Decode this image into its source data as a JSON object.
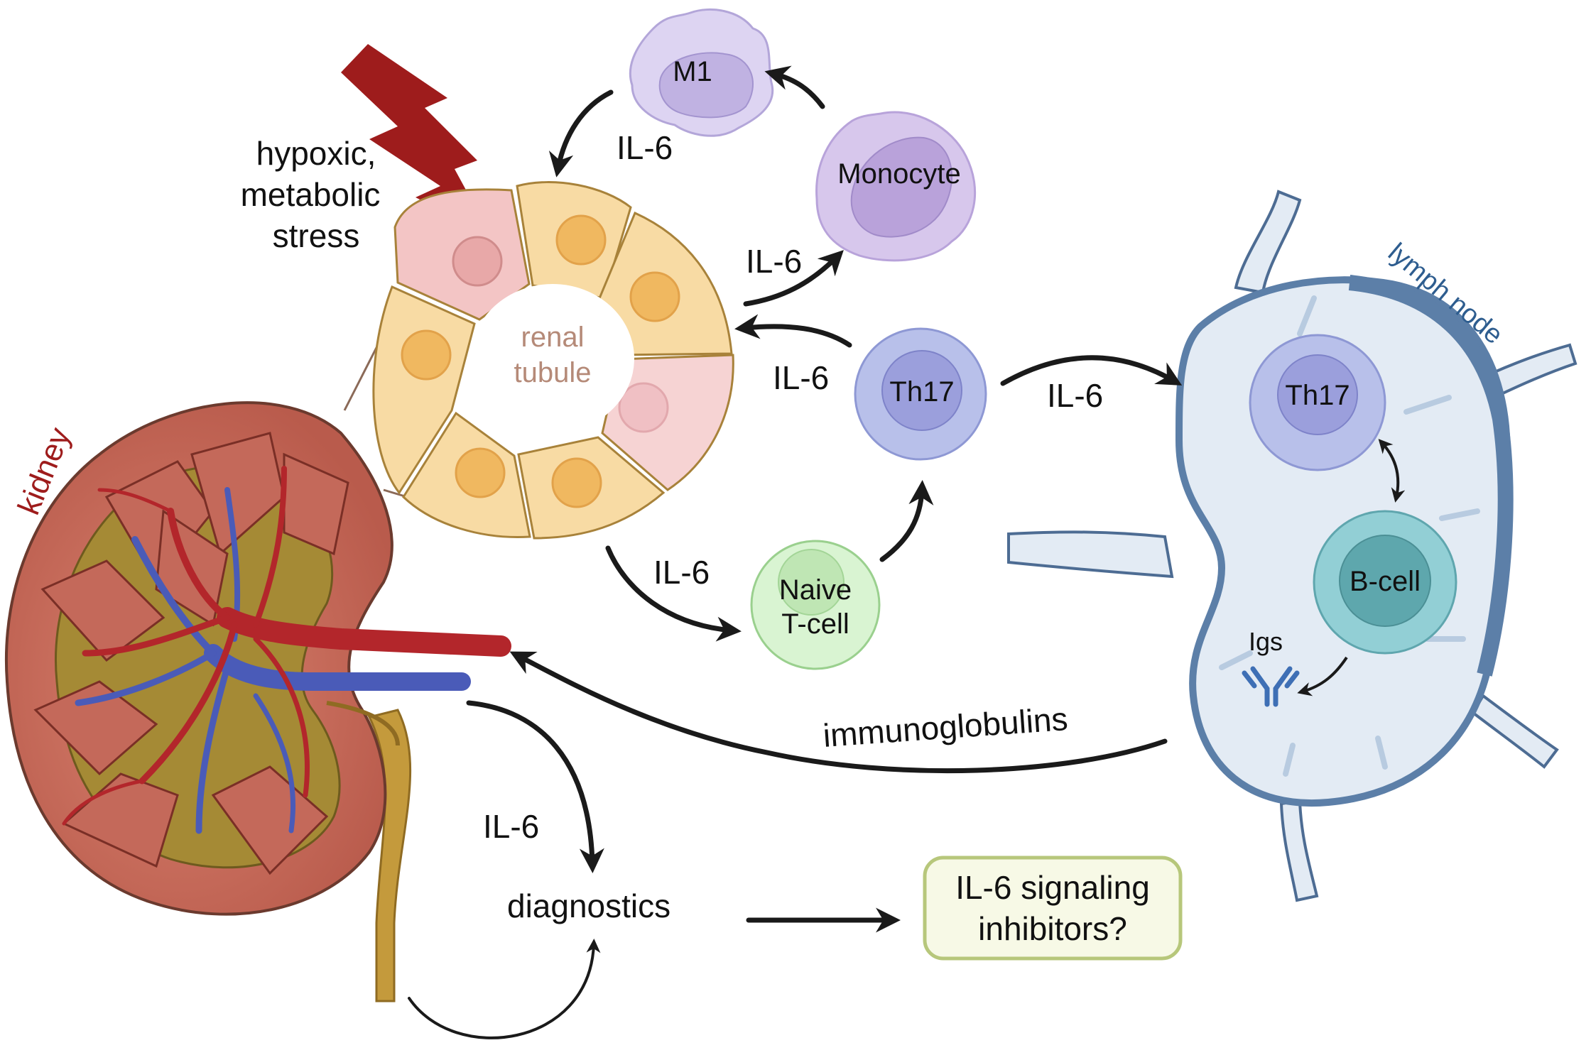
{
  "labels": {
    "stress_line1": "hypoxic,",
    "stress_line2": "metabolic",
    "stress_line3": "stress",
    "tubule_line1": "renal",
    "tubule_line2": "tubule",
    "kidney": "kidney",
    "lymph_node": "lymph node",
    "immunoglobulins": "immunoglobulins",
    "diagnostics": "diagnostics",
    "igs": "Igs"
  },
  "cells": {
    "m1": "M1",
    "monocyte": "Monocyte",
    "th17_left": "Th17",
    "naive_line1": "Naive",
    "naive_line2": "T-cell",
    "th17_right": "Th17",
    "bcell": "B-cell"
  },
  "cytokine_labels": {
    "m1_to_tubule": "IL-6",
    "tubule_to_monocyte": "IL-6",
    "th17_to_tubule": "IL-6",
    "th17_to_lymph": "IL-6",
    "tubule_to_naive": "IL-6",
    "kidney_to_diagnostics": "IL-6"
  },
  "callout": {
    "line1": "IL-6 signaling",
    "line2": "inhibitors?"
  },
  "colors": {
    "tubule_cell": "#f8dba4",
    "tubule_nucleus": "#f0b860",
    "stressed_cell": "#f3c5c5",
    "kidney_cortex": "#c86a5a",
    "artery": "#b3262b",
    "vein": "#4a5bb8",
    "ureter": "#c49a3c",
    "lightning": "#9e1c1c",
    "th17": "#a9b3e3",
    "naive": "#c9f0c2",
    "bcell": "#92cfd5",
    "monocyte": "#d7c7ec",
    "lymph_outline": "#5c7fa8",
    "callout_fill": "#f7f9e6",
    "callout_border": "#b7c77b"
  }
}
